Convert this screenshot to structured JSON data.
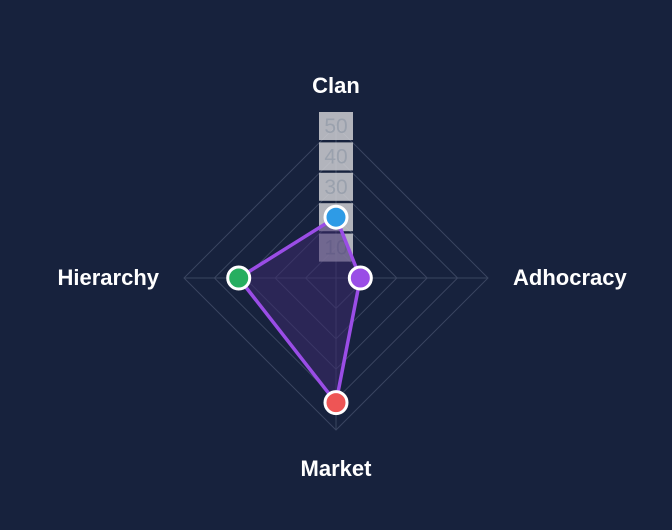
{
  "chart_data": {
    "type": "radar",
    "axes": [
      "Clan",
      "Adhocracy",
      "Market",
      "Hierarchy"
    ],
    "values": [
      20,
      8,
      41,
      32
    ],
    "range": [
      0,
      50
    ],
    "ticks": [
      10,
      20,
      30,
      40,
      50
    ],
    "grid": true,
    "colors": {
      "background": "#17223d",
      "polygon_stroke": "#9a4de6",
      "polygon_fill": "#3d2a6b",
      "grid": "#3a4560",
      "tick_box": "#d4d4d8",
      "points": [
        "#2e9be6",
        "#9a4de6",
        "#ee5555",
        "#27ae60"
      ]
    }
  }
}
